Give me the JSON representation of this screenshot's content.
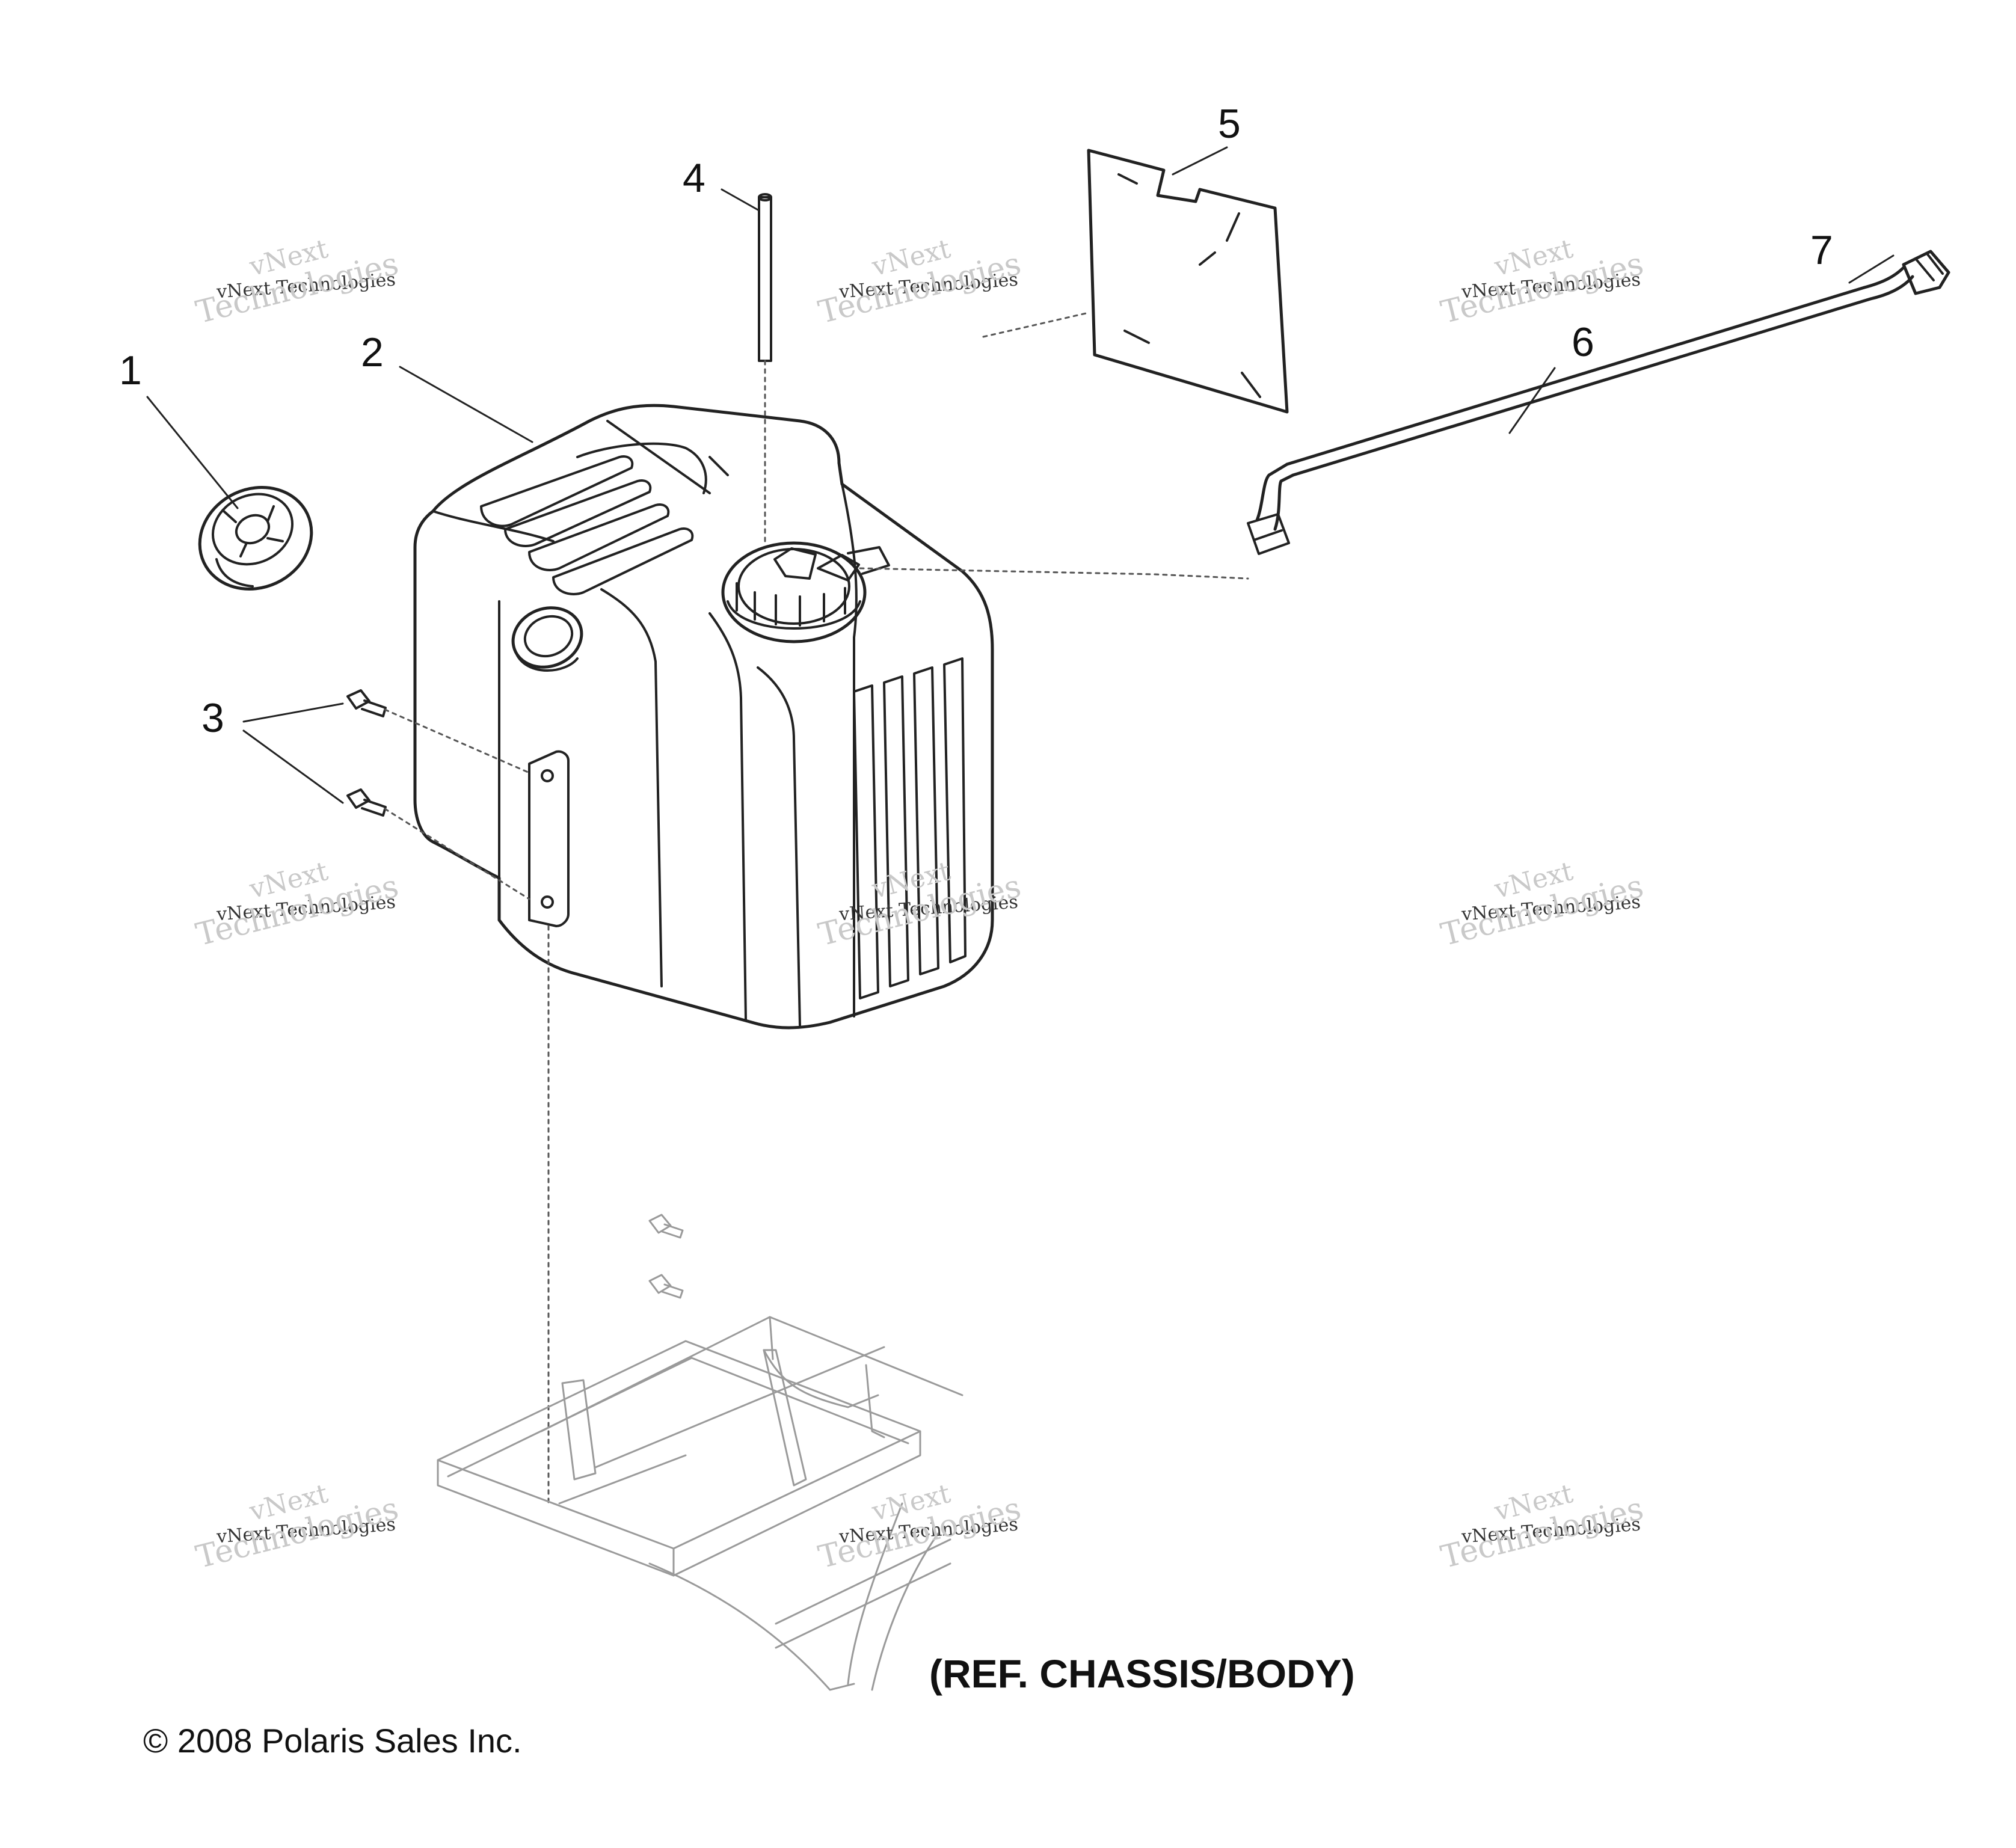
{
  "callouts": {
    "c1": "1",
    "c2": "2",
    "c3": "3",
    "c4": "4",
    "c5": "5",
    "c6": "6",
    "c7": "7"
  },
  "reference_note": "(REF. CHASSIS/BODY)",
  "copyright": "© 2008 Polaris Sales Inc.",
  "watermark": {
    "line_top": "vNext",
    "line_mid": "vNext Technologies",
    "line_bottom": "Technologies"
  },
  "colors": {
    "line": "#222222",
    "watermark": "#c9c9c9"
  }
}
